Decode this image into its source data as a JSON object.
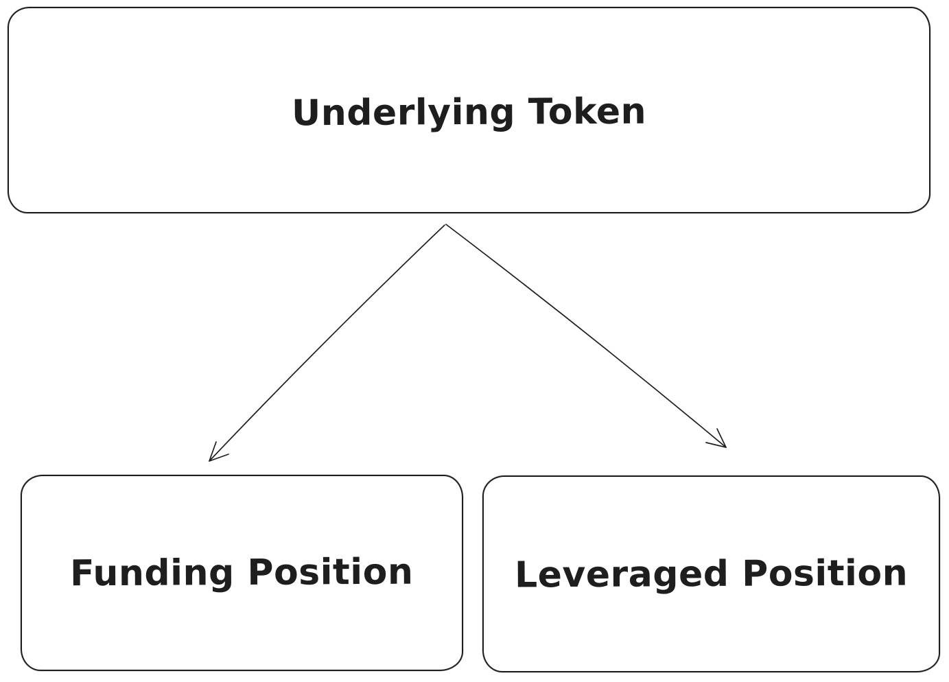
{
  "diagram": {
    "colors": {
      "stroke": "#1e1e1e",
      "background": "#ffffff"
    },
    "nodes": [
      {
        "id": "underlying-token",
        "label": "Underlying Token"
      },
      {
        "id": "funding-position",
        "label": "Funding Position"
      },
      {
        "id": "leveraged-position",
        "label": "Leveraged Position"
      }
    ],
    "edges": [
      {
        "from": "Underlying Token",
        "to": "Funding Position",
        "style": "arrow"
      },
      {
        "from": "Underlying Token",
        "to": "Leveraged Position",
        "style": "arrow"
      }
    ]
  }
}
